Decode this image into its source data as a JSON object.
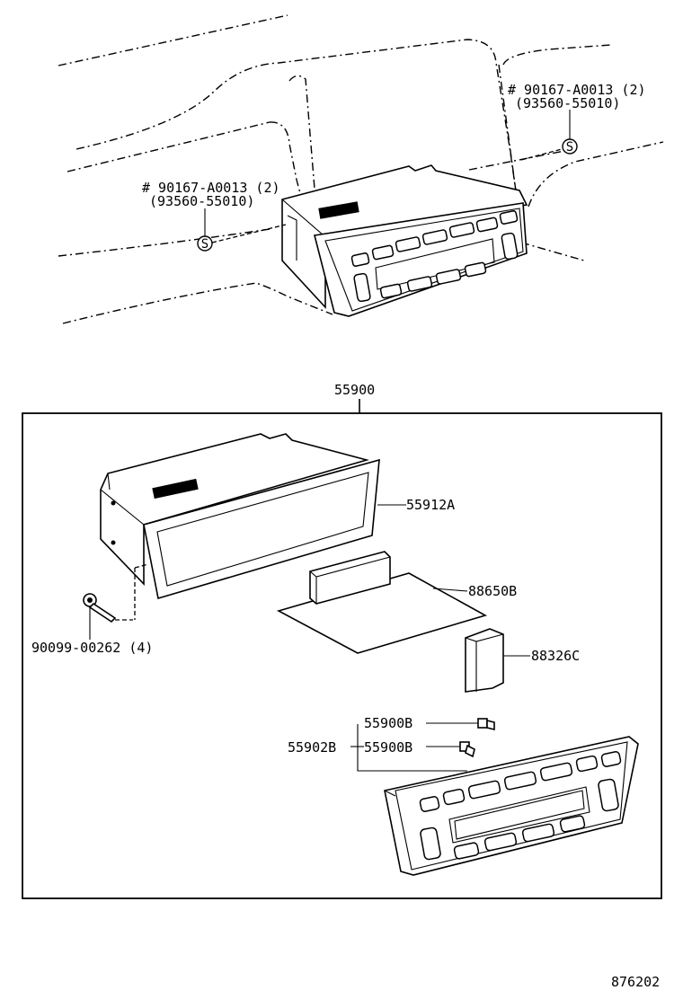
{
  "overview": {
    "screw_ref_right": {
      "part": "# 90167-A0013 (2)",
      "alt": "(93560-55010)",
      "symbol": "S"
    },
    "screw_ref_left": {
      "part": "# 90167-A0013 (2)",
      "alt": "(93560-55010)",
      "symbol": "S"
    }
  },
  "assembly": {
    "number": "55900",
    "parts": {
      "housing": "55912A",
      "unit": "88650B",
      "connector": "88326C",
      "screw": "90099-00262 (4)",
      "bulb_upper": "55900B",
      "bulb_lower": "55900B",
      "panel": "55902B"
    }
  },
  "diagram_id": "876202"
}
